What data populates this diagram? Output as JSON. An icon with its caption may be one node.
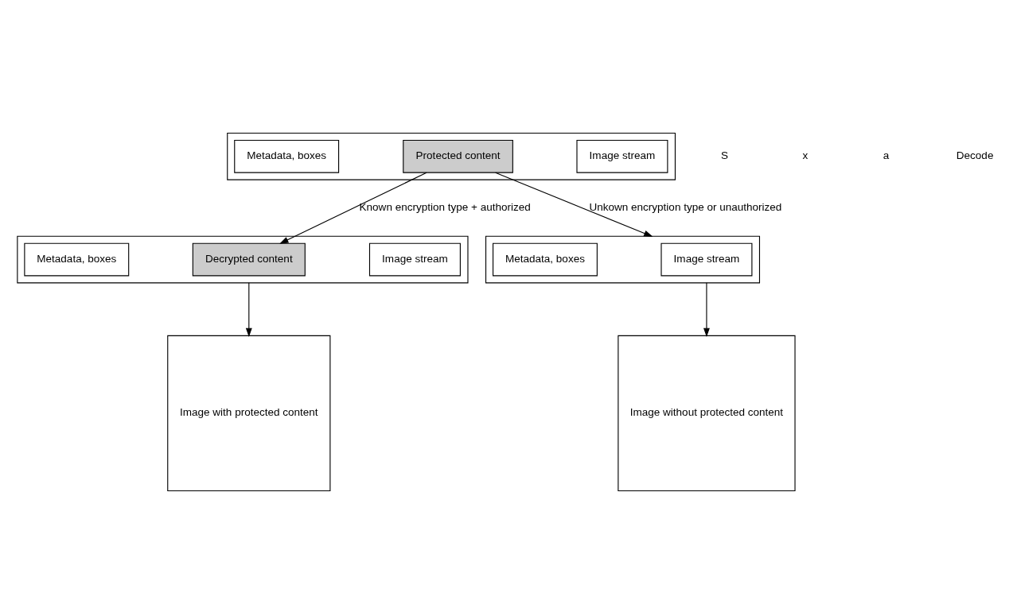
{
  "diagram": {
    "nodes": [
      {
        "text": [],
        "shape": "box"
      },
      {
        "text": [
          "Metadata, boxes"
        ],
        "in": 0
      },
      {
        "text": [
          "Protected content"
        ],
        "in": 0
      },
      {
        "text": [
          "Image stream"
        ],
        "in": 0
      },
      {
        "text": [],
        "shape": "box"
      },
      {
        "text": [
          "Metadata, boxes"
        ],
        "in": 4
      },
      {
        "text": [
          "Decrypted content"
        ],
        "in": 4
      },
      {
        "text": [
          "Image stream"
        ],
        "in": 4
      },
      {
        "text": [],
        "shape": "box"
      },
      {
        "text": [
          "Metadata, boxes"
        ],
        "in": 8
      },
      {
        "text": [
          "Image stream"
        ],
        "in": 8
      },
      {
        "text": [
          "Image with protected content"
        ]
      },
      {
        "text": [
          "Image without protected content"
        ]
      }
    ],
    "edges": [
      {
        "from": 2,
        "to": 6,
        "arrow": "to",
        "label": "Known encryption type + authorized"
      },
      {
        "from": 2,
        "to": 8,
        "arrow": "to",
        "label": "Unkown encryption type or unauthorized"
      },
      {
        "from": 4,
        "to": 11,
        "arrow": "to"
      },
      {
        "from": 8,
        "to": 12,
        "arrow": "to"
      }
    ],
    "labels": [
      "S",
      "x",
      "a",
      "Decode"
    ]
  }
}
